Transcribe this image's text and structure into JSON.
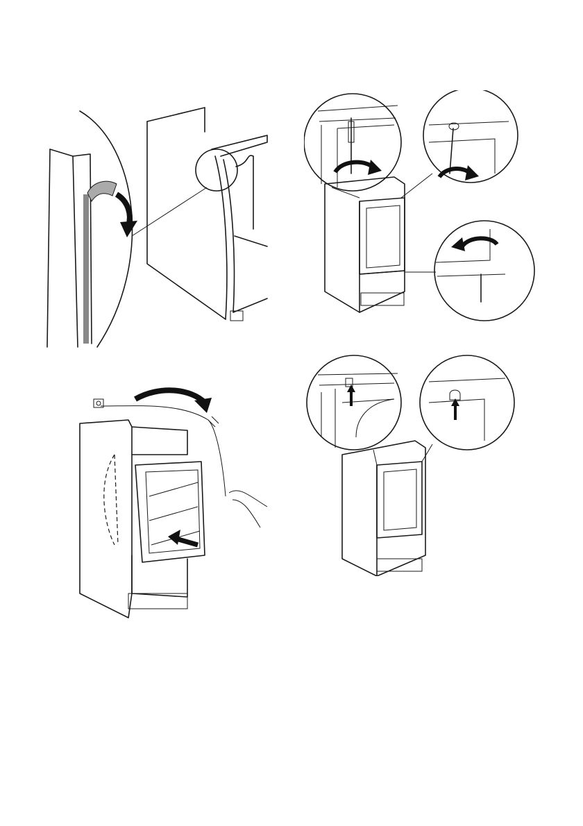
{
  "figure": {
    "steps": [
      {
        "id": "step-seal-strip",
        "icon": "curved-arrow-icon"
      },
      {
        "id": "step-slide-in",
        "icon": "push-arrow-icon"
      },
      {
        "id": "step-screw-fix",
        "icon": "rotate-arrow-icon"
      },
      {
        "id": "step-cover-caps",
        "icon": "up-arrow-icon"
      }
    ],
    "colors": {
      "line": "#1a1a1a",
      "seal": "#888888",
      "background": "#ffffff"
    },
    "icons": [
      "socket-icon",
      "plug-icon",
      "hand-icon",
      "screwdriver-icon",
      "rotate-arrow-icon",
      "up-arrow-icon"
    ]
  }
}
